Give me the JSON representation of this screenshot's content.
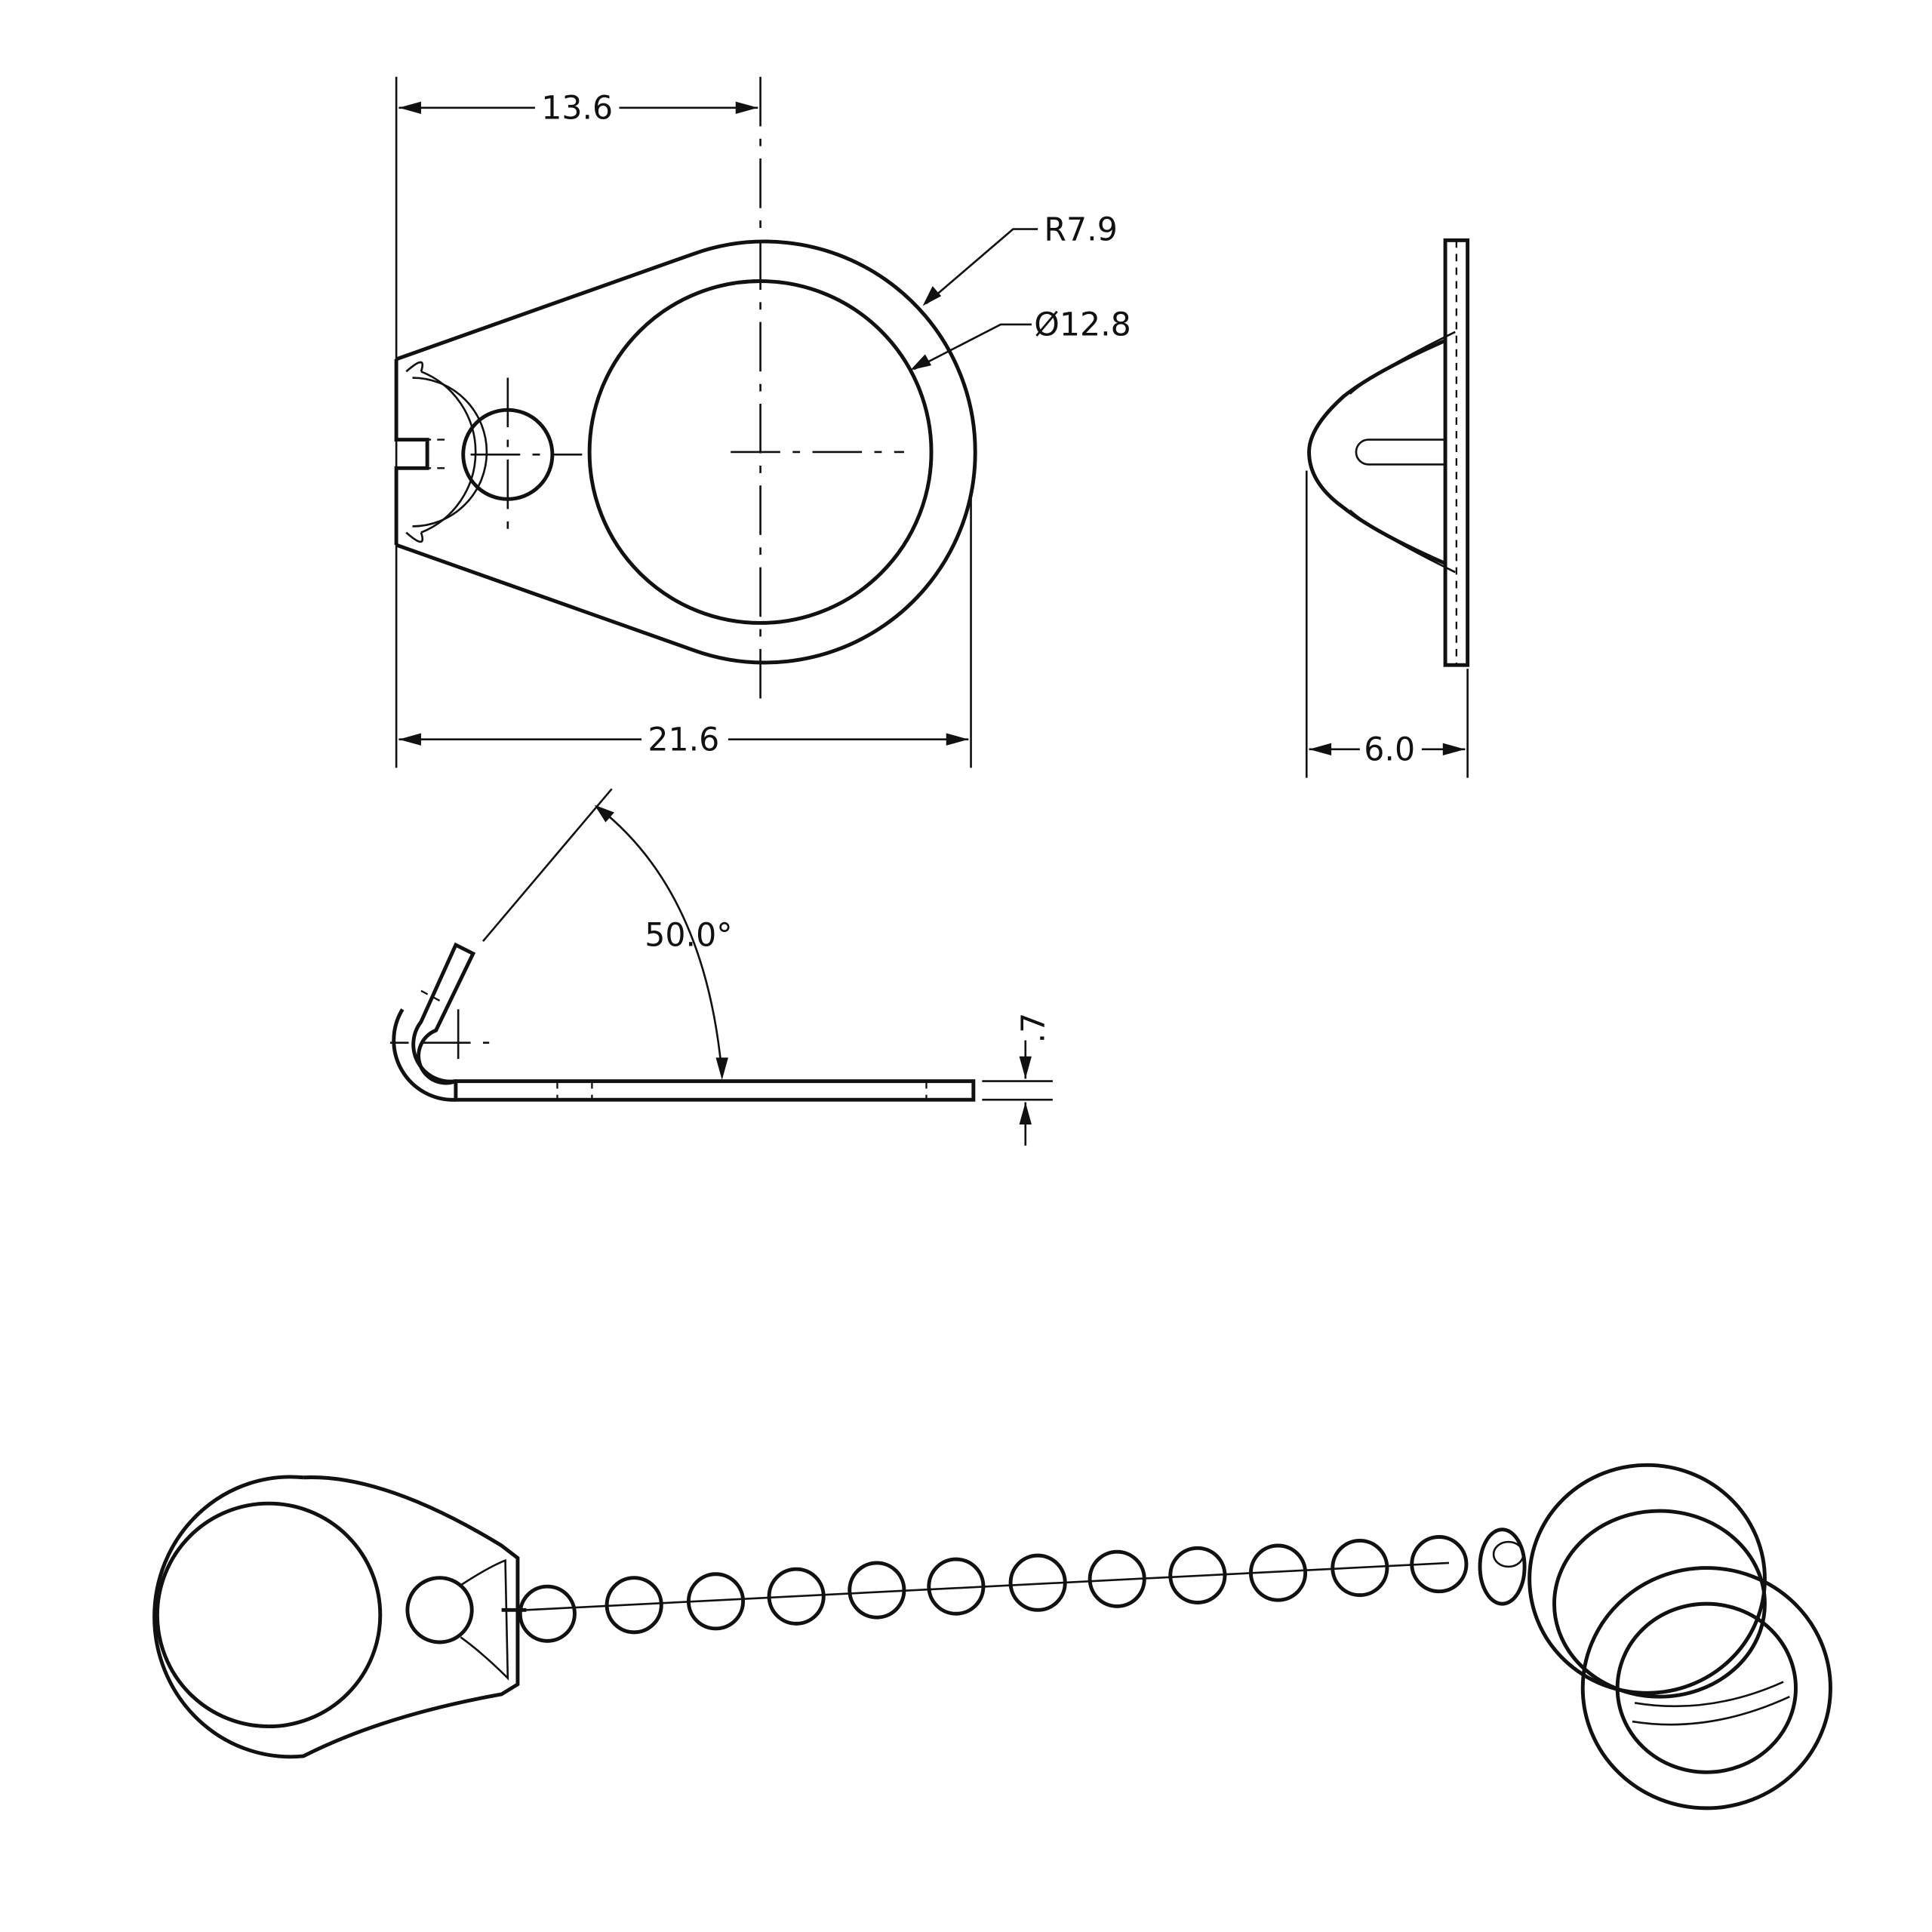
{
  "dimensions": {
    "center_to_end": "13.6",
    "overall_length": "21.6",
    "outer_radius": "R7.9",
    "inner_diameter": "Ø12.8",
    "side_depth": "6.0",
    "bend_angle": "50.0°",
    "thickness": ".7"
  },
  "assembly": {
    "chain_bead_count": 12
  }
}
